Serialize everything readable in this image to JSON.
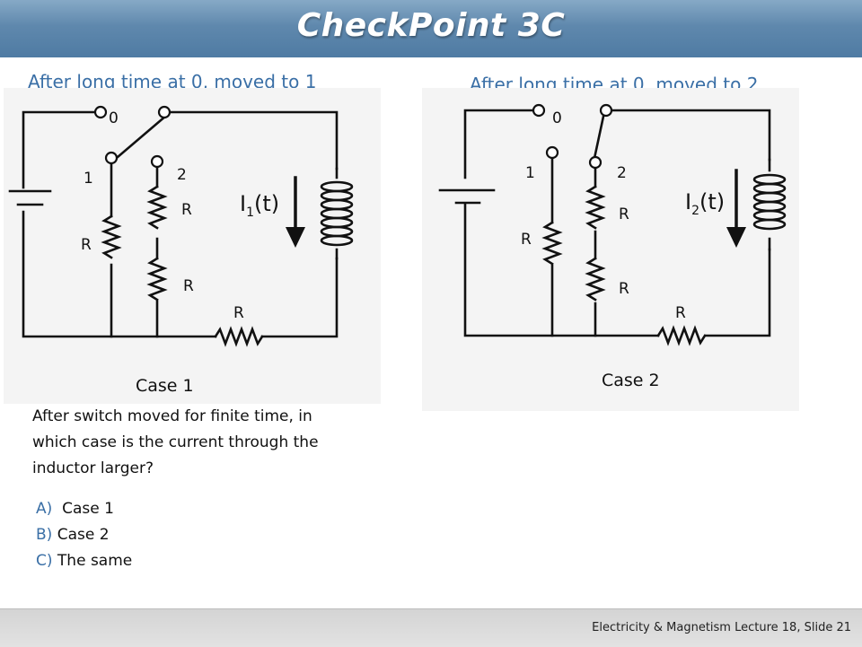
{
  "slide": {
    "title": "CheckPoint 3C",
    "footer": "Electricity & Magnetism  Lecture 18, Slide 21"
  },
  "cases": [
    {
      "heading": "After long time at 0, moved to 1",
      "switch_labels": [
        "0",
        "1",
        "2"
      ],
      "resistor_label": "R",
      "current_label": "I",
      "current_sub": "1",
      "current_arg": "(t)",
      "caption": "Case 1"
    },
    {
      "heading": "After long time at 0, moved to 2",
      "switch_labels": [
        "0",
        "1",
        "2"
      ],
      "resistor_label": "R",
      "current_label": "I",
      "current_sub": "2",
      "current_arg": "(t)",
      "caption": "Case 2"
    }
  ],
  "question": "After switch moved for finite time, in which case is the current through the inductor larger?",
  "choices": [
    {
      "letter": "A)",
      "text": "Case 1"
    },
    {
      "letter": "B)",
      "text": "Case 2"
    },
    {
      "letter": "C)",
      "text": "The same"
    }
  ],
  "colors": {
    "accent": "#3a6fa6",
    "title_bar": "#5f88ad",
    "circuit_bg": "#f4f4f4"
  }
}
